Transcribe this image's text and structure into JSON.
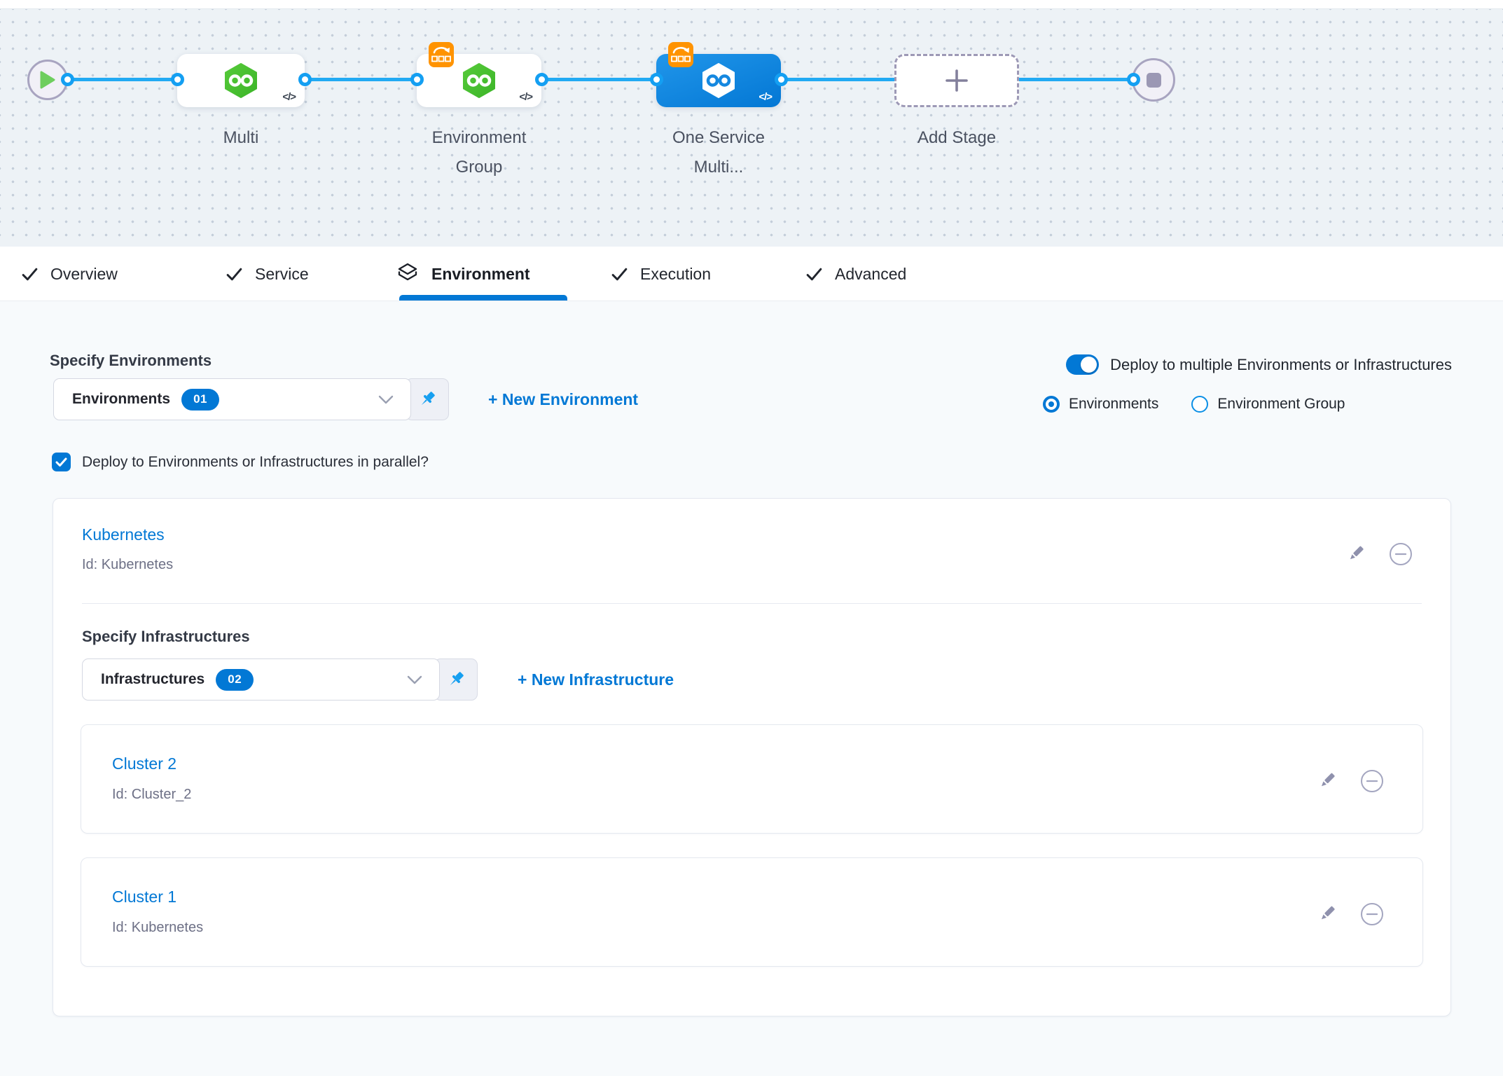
{
  "colors": {
    "accent": "#0278d5",
    "connector_blue": "#22aaf3",
    "stage_selected_blue": "#0c82da",
    "service_green": "#4cc332",
    "badge_orange": "#ff9300",
    "canvas_bg": "#edf2f6",
    "content_bg": "#f7fafc"
  },
  "pipeline": {
    "stages": [
      {
        "id": "multi",
        "line1": "Multi",
        "line2": ""
      },
      {
        "id": "environment-group",
        "line1": "Environment",
        "line2": "Group"
      },
      {
        "id": "one-service-multi",
        "line1": "One Service",
        "line2": "Multi..."
      },
      {
        "id": "add-stage",
        "line1": "Add Stage",
        "line2": ""
      }
    ]
  },
  "tabs": {
    "active": "Environment",
    "items": [
      {
        "label": "Overview"
      },
      {
        "label": "Service"
      },
      {
        "label": "Environment"
      },
      {
        "label": "Execution"
      },
      {
        "label": "Advanced"
      }
    ]
  },
  "environment_section": {
    "heading": "Specify Environments",
    "dropdown": {
      "value": "Environments",
      "count": "01"
    },
    "new_link": "+ New Environment",
    "toggle_label": "Deploy to multiple Environments or Infrastructures",
    "radio_environments": "Environments",
    "radio_environment_group": "Environment Group",
    "parallel_label": "Deploy to Environments or Infrastructures in parallel?"
  },
  "environment_card": {
    "name": "Kubernetes",
    "id": "Id: Kubernetes",
    "infra_heading": "Specify Infrastructures",
    "dropdown": {
      "value": "Infrastructures",
      "count": "02"
    },
    "new_link": "+ New Infrastructure",
    "clusters": [
      {
        "name": "Cluster 2",
        "id": "Id: Cluster_2"
      },
      {
        "name": "Cluster 1",
        "id": "Id: Kubernetes"
      }
    ]
  }
}
